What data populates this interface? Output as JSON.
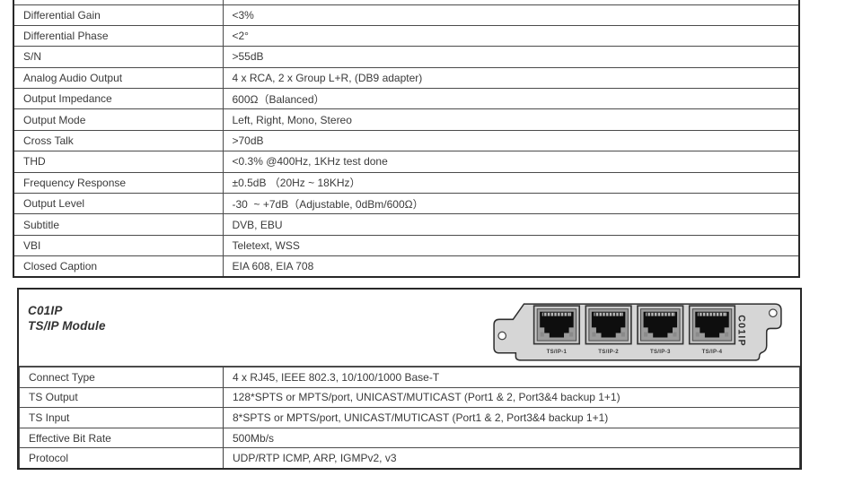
{
  "colors": {
    "table_border_outer": "#282828",
    "table_border_inner": "#4b4b4b",
    "text": "#3a3a3a",
    "plate_fill": "#d6d6d6",
    "port_bezel": "#c9c9c9",
    "port_cavity": "#0e0e0e",
    "background": "#ffffff"
  },
  "spec_table": {
    "rows": [
      {
        "label": "Differential Gain",
        "value": "<3%"
      },
      {
        "label": "Differential Phase",
        "value": "<2°"
      },
      {
        "label": "S/N",
        "value": ">55dB"
      },
      {
        "label": "Analog Audio Output",
        "value": "4 x RCA, 2 x Group L+R, (DB9 adapter)"
      },
      {
        "label": "Output Impedance",
        "value": "600Ω（Balanced）"
      },
      {
        "label": "Output Mode",
        "value": "Left, Right, Mono, Stereo"
      },
      {
        "label": "Cross Talk",
        "value": ">70dB"
      },
      {
        "label": "THD",
        "value": "<0.3% @400Hz, 1KHz test done"
      },
      {
        "label": "Frequency Response",
        "value": "±0.5dB （20Hz ~ 18KHz）"
      },
      {
        "label": "Output Level",
        "value": "-30  ~ +7dB（Adjustable, 0dBm/600Ω）"
      },
      {
        "label": "Subtitle",
        "value": "DVB, EBU"
      },
      {
        "label": "VBI",
        "value": "Teletext, WSS"
      },
      {
        "label": "Closed Caption",
        "value": "EIA 608, EIA 708"
      }
    ]
  },
  "module_section": {
    "title_line1": "C01IP",
    "title_line2": "TS/IP Module",
    "image": {
      "plate_label": "C01IP",
      "port_labels": [
        "TS/IP-1",
        "TS/IP-2",
        "TS/IP-3",
        "TS/IP-4"
      ]
    },
    "rows": [
      {
        "label": "Connect Type",
        "value": "4 x RJ45, IEEE 802.3, 10/100/1000 Base-T"
      },
      {
        "label": "TS Output",
        "value": "128*SPTS or MPTS/port, UNICAST/MUTICAST (Port1 & 2, Port3&4 backup 1+1)"
      },
      {
        "label": "TS Input",
        "value": "8*SPTS or MPTS/port, UNICAST/MUTICAST (Port1 & 2, Port3&4 backup 1+1)"
      },
      {
        "label": "Effective Bit Rate",
        "value": "500Mb/s"
      },
      {
        "label": "Protocol",
        "value": "UDP/RTP ICMP, ARP, IGMPv2, v3"
      }
    ]
  }
}
